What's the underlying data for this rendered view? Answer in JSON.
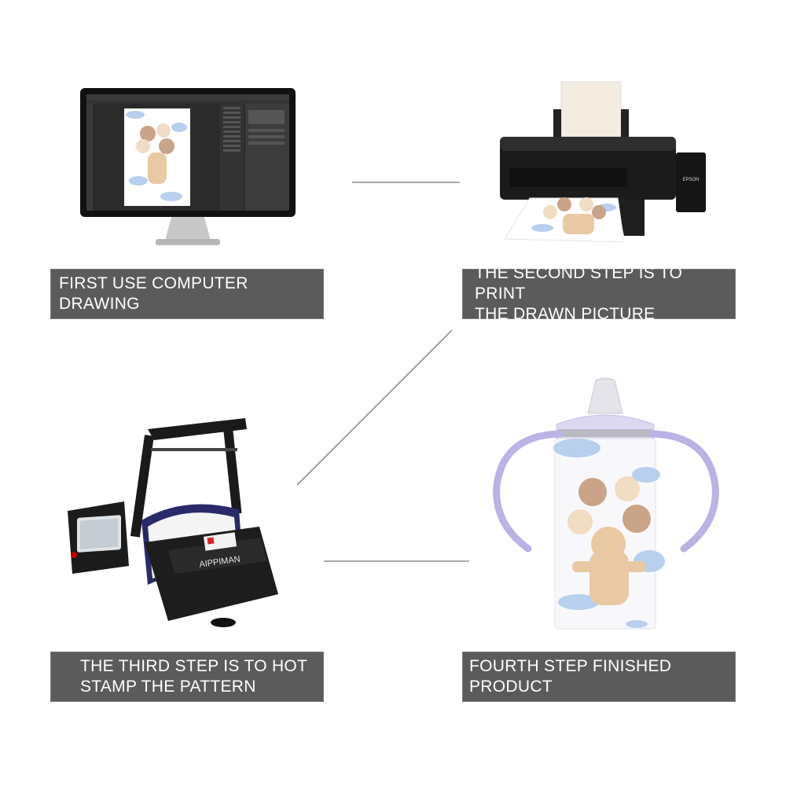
{
  "steps": [
    {
      "label": "FIRST USE COMPUTER DRAWING"
    },
    {
      "label": "THE SECOND STEP IS TO PRINT\nTHE DRAWN PICTURE"
    },
    {
      "label": "THE THIRD STEP IS TO HOT\nSTAMP THE PATTERN"
    },
    {
      "label": "FOURTH STEP FINISHED PRODUCT"
    }
  ],
  "printer": {
    "brand": "EPSON"
  },
  "heat_press": {
    "brand": "AIPPIMAN"
  },
  "colors": {
    "label_bg": "#5b5b5b",
    "label_text": "#ffffff",
    "connector": "#555555",
    "bear": "#e9c9a4",
    "cloud": "#b9cfee",
    "handle": "#b9b3e6"
  }
}
